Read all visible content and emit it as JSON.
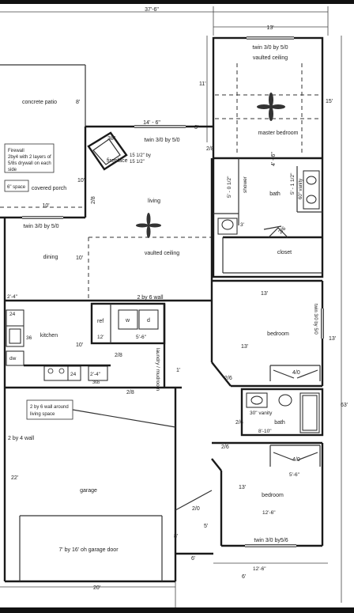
{
  "labels": {
    "overall_width": "37'-6\"",
    "right_wing_width": "13'",
    "window_master_top": "twin 3/0 by 5/0",
    "vaulted_ceiling_top": "vaulted ceiling",
    "dim_11": "11'",
    "dim_15": "15'",
    "concrete_patio": "concrete patio",
    "dim_8_patio": "8'",
    "dim_14_6": "14' - 6\"",
    "dim_3": "3'",
    "dim_38": "38\"",
    "window_living_top": "twin 3/0 by 5/0",
    "master_bedroom": "master bedroom",
    "firewall_note": "Firewall 2by4 with 2 layers of 5/8s drywall on each side",
    "fireplace": "fireplace",
    "fireplace_size": "15 1/2\" by 15 1/2\"",
    "door_2_8_a": "2/8",
    "dim_4_6": "4' - 6\"",
    "dim_5_0_half": "5' - 0 1/2\"",
    "shower": "shower",
    "bath_master": "bath",
    "dim_5_1_half": "5' - 1 1/2\"",
    "vanity_60": "60\" vanity",
    "six_inch_space": "6\" space",
    "covered_porch": "covered porch",
    "dim_10_porch": "10'",
    "living": "living",
    "door_2_8_b": "2/8",
    "dim_10_bottom": "10'",
    "door_2_6_a": "2/6",
    "dim_3_small": "3'",
    "window_dining": "twin 3/0 by 5/0",
    "dining": "dining",
    "dim_10_dining": "10'",
    "vaulted_ceiling_living": "vaulted ceiling",
    "closet": "closet",
    "dim_2_4": "2'-4\"",
    "two_by_six_wall": "2 by 6 wall",
    "dim_13_bed": "13'",
    "window_bed2": "twin 3/0 by 5/0",
    "dim_24": "24",
    "ref": "ref",
    "washer": "w",
    "dryer": "d",
    "kitchen": "kitchen",
    "dim_36": "36",
    "dim_12": "12'",
    "dim_5_6": "5'-6\"",
    "dim_10_kitchen": "10'",
    "laundry_mudroom": "laundry / mudroom",
    "bedroom_2": "bedroom",
    "dim_13_side": "13'",
    "dim_13_right": "13'",
    "dim_63": "63'",
    "dw": "dw",
    "door_2_8_c": "2/8",
    "dim_24_b": "24",
    "dim_2_4_b": "2'-4\"",
    "dim_36b": "36b",
    "door_4_0_a": "4/0",
    "door_2_6_b": "2/6",
    "dim_1": "1'",
    "door_2_8_d": "2/8",
    "garage_wall_note": "2 by 6 wall around living space",
    "vanity_30": "30\" vanity",
    "bath_2": "bath",
    "door_2_6_c": "2/6",
    "dim_8_10": "8'-10\"",
    "two_by_four_wall": "2 by 4 wall",
    "door_2_6_d": "2/6",
    "door_4_0_b": "4/0",
    "dim_22": "22'",
    "dim_5_6_b": "5'-6\"",
    "garage": "garage",
    "dim_13_bed3": "13'",
    "bedroom_3": "bedroom",
    "door_2_0": "2/0",
    "dim_5": "5'",
    "dim_12_6": "12'-6\"",
    "dim_8": "8'",
    "garage_door": "7' by 16' oh garage door",
    "window_bed3": "twin 3/0 by5/6",
    "dim_6a": "6'",
    "dim_12_6_b": "12'-6\"",
    "dim_20": "20'",
    "dim_6b": "6'"
  }
}
